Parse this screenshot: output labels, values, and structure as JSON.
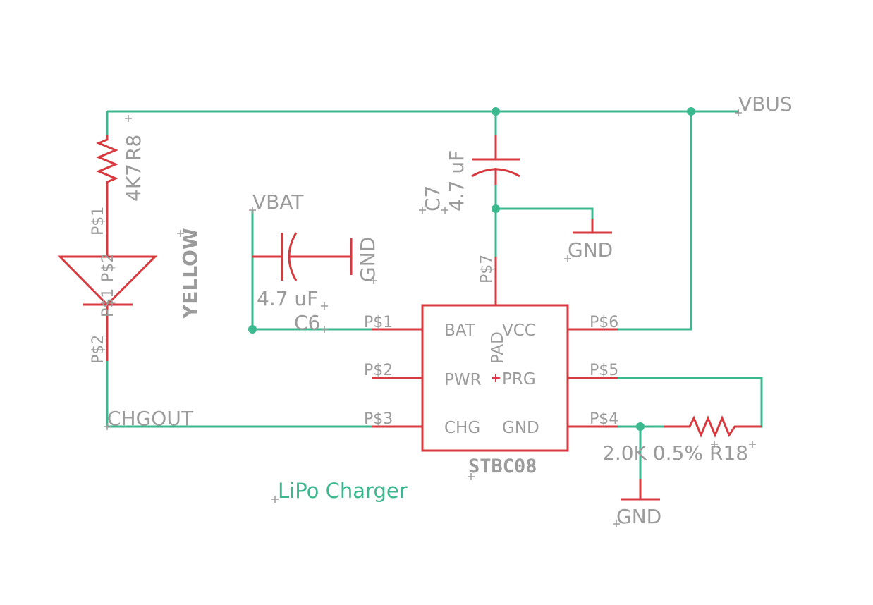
{
  "title": "LiPo Charger",
  "nets": {
    "vbus": "VBUS",
    "vbat": "VBAT",
    "chgout": "CHGOUT",
    "gnd": "GND"
  },
  "ic": {
    "name": "STBC08",
    "pins": {
      "bat": "BAT",
      "vcc": "VCC",
      "pwr": "PWR",
      "prg": "PRG",
      "chg": "CHG",
      "gnd": "GND",
      "pad": "PAD"
    },
    "pad_numbers": {
      "p1": "P$1",
      "p2": "P$2",
      "p3": "P$3",
      "p4": "P$4",
      "p5": "P$5",
      "p6": "P$6",
      "p7": "P$7"
    }
  },
  "components": {
    "r8": {
      "name": "R8",
      "value": "4K7",
      "pin1": "P$1",
      "pin2": "P$2"
    },
    "led": {
      "name": "YELLOW",
      "pin1": "P$1",
      "pin2": "P$2"
    },
    "c6": {
      "name": "C6",
      "value": "4.7 uF"
    },
    "c7": {
      "name": "C7",
      "value": "4.7 uF"
    },
    "r18": {
      "name": "R18",
      "value": "2.0K 0.5%"
    }
  },
  "colors": {
    "wire": "#3cb88f",
    "part": "#d83a3f",
    "text": "#9b9b9b"
  }
}
